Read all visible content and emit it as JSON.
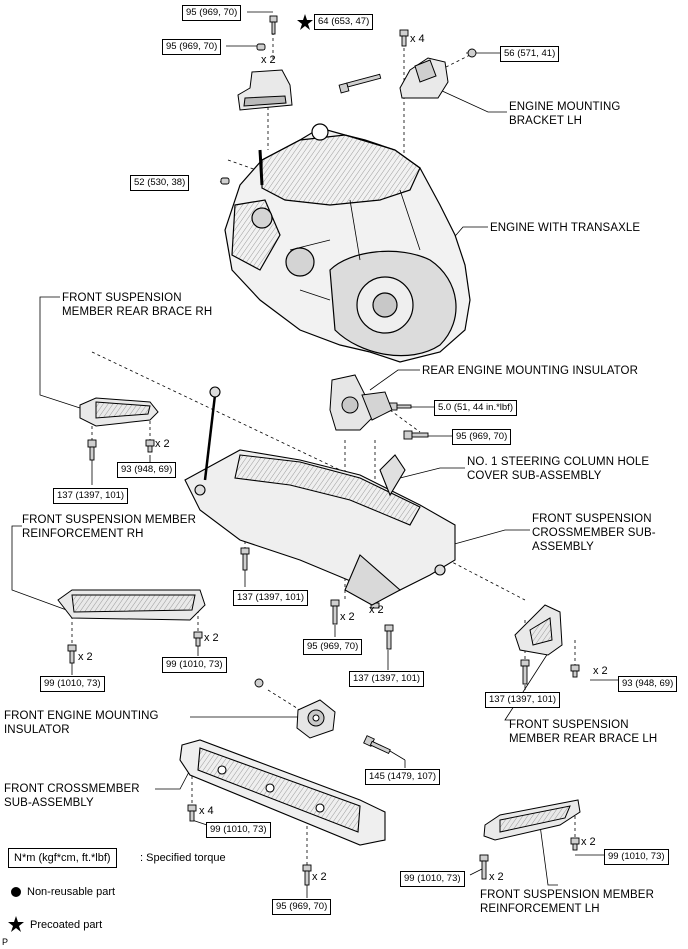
{
  "labels": {
    "engine_mounting_bracket_lh": "ENGINE MOUNTING\nBRACKET LH",
    "engine_with_transaxle": "ENGINE WITH TRANSAXLE",
    "front_suspension_member_rear_brace_rh": "FRONT SUSPENSION\nMEMBER REAR BRACE RH",
    "rear_engine_mounting_insulator": "REAR ENGINE MOUNTING INSULATOR",
    "no1_steering_column_hole_cover": "NO. 1 STEERING COLUMN HOLE\nCOVER SUB-ASSEMBLY",
    "front_suspension_member_reinforcement_rh": "FRONT SUSPENSION MEMBER\nREINFORCEMENT RH",
    "front_suspension_crossmember": "FRONT SUSPENSION\nCROSSMEMBER SUB-\nASSEMBLY",
    "front_suspension_member_rear_brace_lh": "FRONT SUSPENSION\nMEMBER REAR BRACE LH",
    "front_engine_mounting_insulator": "FRONT ENGINE MOUNTING\nINSULATOR",
    "front_crossmember": "FRONT CROSSMEMBER\nSUB-ASSEMBLY",
    "front_suspension_member_reinforcement_lh": "FRONT SUSPENSION MEMBER\nREINFORCEMENT LH"
  },
  "torques": {
    "t1": "95 (969, 70)",
    "t2": "95 (969, 70)",
    "t3": "64 (653, 47)",
    "t4": "56 (571, 41)",
    "t5": "52 (530, 38)",
    "t6": "5.0 (51, 44 in.*lbf)",
    "t7": "95 (969, 70)",
    "t8": "137 (1397, 101)",
    "t9": "93 (948, 69)",
    "t10": "137 (1397, 101)",
    "t11": "95 (969, 70)",
    "t12": "137 (1397, 101)",
    "t13": "99 (1010, 73)",
    "t14": "99 (1010, 73)",
    "t15": "137 (1397, 101)",
    "t16": "93 (948, 69)",
    "t17": "145 (1479, 107)",
    "t18": "99 (1010, 73)",
    "t19": "99 (1010, 73)",
    "t20": "99 (1010, 73)",
    "t21": "95 (969, 70)"
  },
  "quantities": {
    "q1": "x 2",
    "q2": "x 4",
    "q3": "x 2",
    "q4": "x 2",
    "q5": "x 2",
    "q6": "x 2",
    "q7": "x 2",
    "q8": "x 2",
    "q9": "x 4",
    "q10": "x 2",
    "q11": "x 2",
    "q12": "x 2"
  },
  "legend": {
    "unit_box": "N*m (kgf*cm, ft.*lbf)",
    "unit_desc": ": Specified torque",
    "non_reusable": "Non-reusable part",
    "precoated": "Precoated part"
  },
  "footer": {
    "mark": "P"
  },
  "colors": {
    "ink": "#000000",
    "fill_light": "#e6e6e6",
    "fill_mid": "#bdbdbd",
    "background": "#ffffff"
  }
}
